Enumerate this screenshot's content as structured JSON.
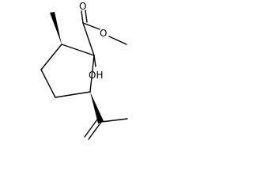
{
  "structure": {
    "atoms": {
      "carbonyl_oxygen": "O",
      "ester_oxygen": "O",
      "hydroxyl": "OH"
    }
  }
}
